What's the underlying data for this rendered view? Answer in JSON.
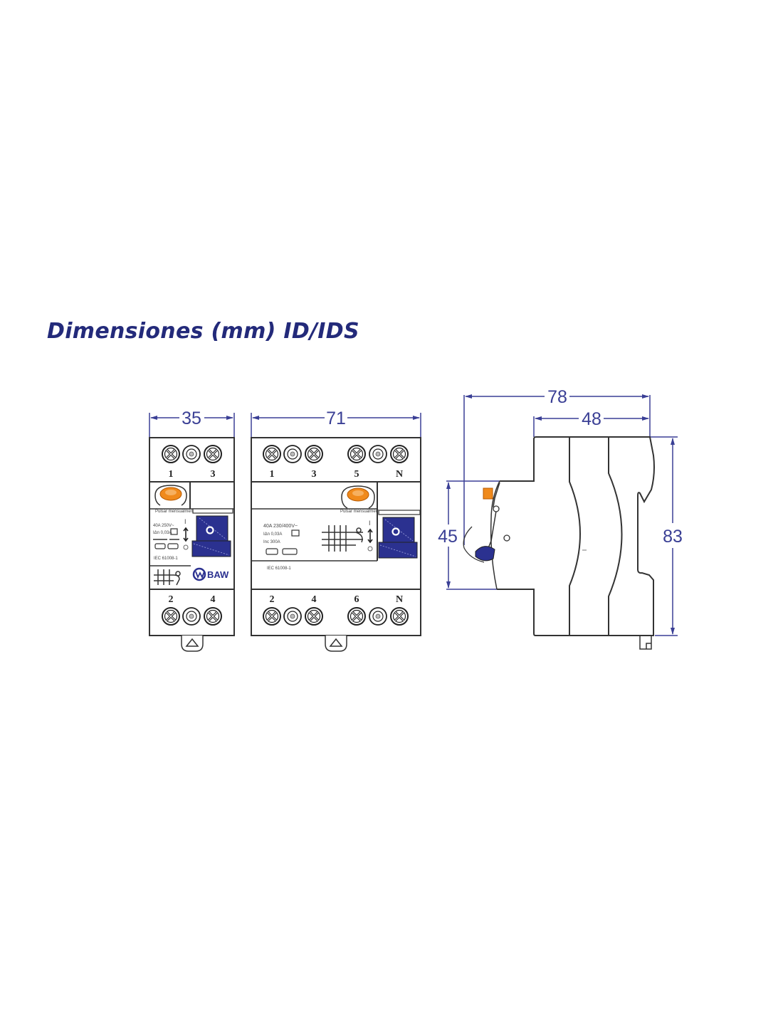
{
  "title": "Dimensiones (mm) ID/IDS",
  "colors": {
    "title": "#232a7a",
    "dimension_lines": "#3a3f95",
    "outline": "#333333",
    "handle": "#2b3190",
    "indicator": "#f08a1c"
  },
  "views": {
    "front_2pole": {
      "width_label": "35",
      "top_terminals": [
        "1",
        "3"
      ],
      "bottom_terminals": [
        "2",
        "4"
      ],
      "rating_text": "40A 250V~",
      "sens_text": "IΔn 0,03A",
      "norm_text": "IEC 61008-1",
      "test_label": "Pulsar mensualmente",
      "brand": "BAW",
      "handle_symbol": "O",
      "on_symbol": "I",
      "off_symbol": "O"
    },
    "front_4pole": {
      "width_label": "71",
      "top_terminals": [
        "1",
        "3",
        "5",
        "N"
      ],
      "bottom_terminals": [
        "2",
        "4",
        "6",
        "N"
      ],
      "rating_text": "40A 230/400V~",
      "sens_text": "IΔn 0,03A",
      "current_text": "Inc 300A",
      "norm_text": "IEC 61008-1",
      "test_label": "Pulsar mensualmente",
      "handle_symbol": "O",
      "on_symbol": "I",
      "off_symbol": "O"
    },
    "side": {
      "overall_depth_label": "78",
      "body_depth_label": "48",
      "front_height_label": "45",
      "total_height_label": "83"
    }
  }
}
